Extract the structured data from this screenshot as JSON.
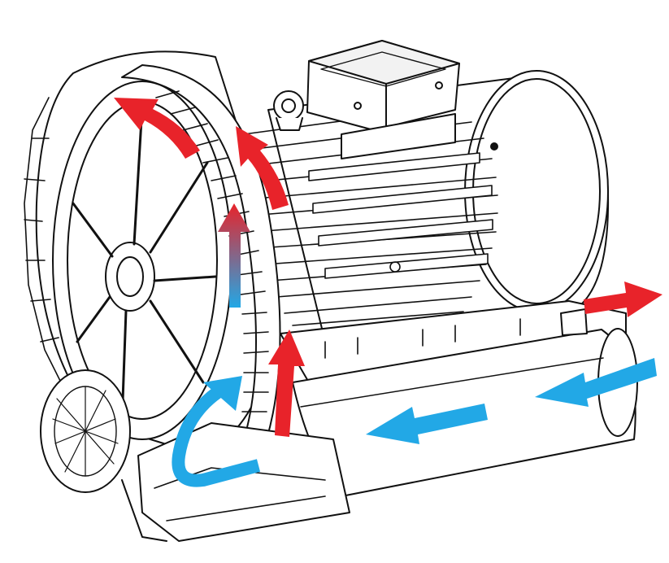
{
  "diagram": {
    "subject": "side-channel-blower-airflow",
    "colors": {
      "outline": "#111111",
      "fill": "#ffffff",
      "shade": "#e9e9e9",
      "pressure_air": "#e8232a",
      "intake_air": "#22a8e6"
    },
    "flow_arrows": [
      {
        "name": "intake-arrow-inlet",
        "kind": "intake"
      },
      {
        "name": "intake-arrow-pipe",
        "kind": "intake"
      },
      {
        "name": "intake-arrow-u-turn",
        "kind": "intake"
      },
      {
        "name": "impeller-arrow-gradient",
        "kind": "transition"
      },
      {
        "name": "pressure-arrow-lower",
        "kind": "pressure"
      },
      {
        "name": "pressure-arrow-top-right",
        "kind": "pressure"
      },
      {
        "name": "pressure-arrow-top-left",
        "kind": "pressure"
      },
      {
        "name": "pressure-arrow-outlet",
        "kind": "pressure"
      }
    ]
  }
}
